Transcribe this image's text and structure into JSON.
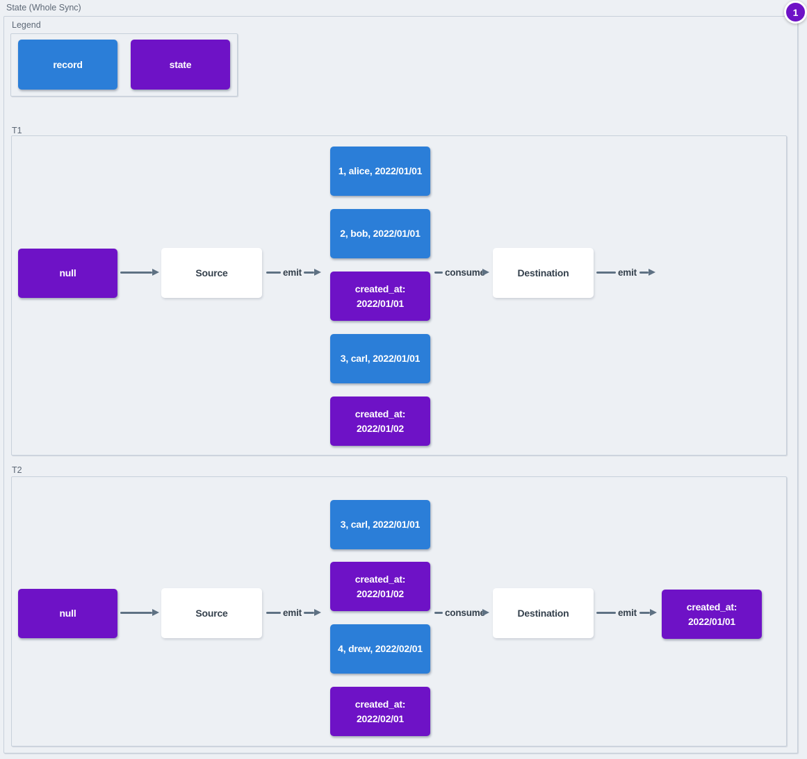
{
  "colors": {
    "record": "#2b7ed8",
    "state": "#6e12c6",
    "arrow": "#5e7183",
    "background": "#edf0f4",
    "cluster_border": "#c7d0da"
  },
  "page": {
    "title": "State (Whole Sync)",
    "badge_count": "1"
  },
  "legend": {
    "label": "Legend",
    "items": [
      {
        "label": "record",
        "type": "record"
      },
      {
        "label": "state",
        "type": "state"
      }
    ]
  },
  "t1": {
    "label": "T1",
    "null_label": "null",
    "source_label": "Source",
    "destination_label": "Destination",
    "edge_emit": "emit",
    "edge_consume": "consume",
    "edge_emit_out": "emit",
    "stack": [
      {
        "text": "1, alice, 2022/01/01",
        "type": "record"
      },
      {
        "text": "2, bob, 2022/01/01",
        "type": "record"
      },
      {
        "text": "created_at: 2022/01/01",
        "type": "state"
      },
      {
        "text": "3, carl, 2022/01/01",
        "type": "record"
      },
      {
        "text": "created_at: 2022/01/02",
        "type": "state"
      }
    ]
  },
  "t2": {
    "label": "T2",
    "null_label": "null",
    "source_label": "Source",
    "destination_label": "Destination",
    "edge_emit": "emit",
    "edge_consume": "consume",
    "edge_emit_out": "emit",
    "stack": [
      {
        "text": "3, carl, 2022/01/01",
        "type": "record"
      },
      {
        "text": "created_at: 2022/01/02",
        "type": "state"
      },
      {
        "text": "4, drew, 2022/02/01",
        "type": "record"
      },
      {
        "text": "created_at: 2022/02/01",
        "type": "state"
      }
    ],
    "final_state": {
      "text": "created_at: 2022/01/01",
      "type": "state"
    }
  }
}
